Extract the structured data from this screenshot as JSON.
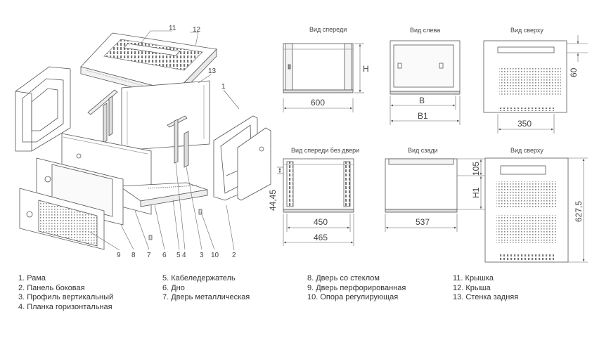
{
  "views": {
    "front": "Вид спереди",
    "left": "Вид слева",
    "top": "Вид сверху",
    "front_no_door": "Вид спереди без двери",
    "back": "Вид сзади",
    "top2": "Вид сверху"
  },
  "dims": {
    "h": "H",
    "w600": "600",
    "b": "B",
    "b1": "B1",
    "d60": "60",
    "d350": "350",
    "d44": "44,45",
    "d450": "450",
    "d465": "465",
    "d105": "105",
    "h1": "H1",
    "d537": "537",
    "d627": "627,5"
  },
  "callouts": [
    "11",
    "12",
    "13",
    "1",
    "9",
    "8",
    "7",
    "6",
    "5",
    "4",
    "3",
    "10",
    "2"
  ],
  "legend": {
    "col1": [
      "1. Рама",
      "2. Панель боковая",
      "3. Профиль вертикальный",
      "4. Планка горизонтальная"
    ],
    "col2": [
      "5. Кабеледержатель",
      "6. Дно",
      "7. Дверь металлическая"
    ],
    "col3": [
      "8. Дверь со стеклом",
      "9. Дверь перфорированная",
      "10. Опора регулирующая"
    ],
    "col4": [
      "11. Крышка",
      "12. Крыша",
      "13. Стенка задняя"
    ]
  }
}
